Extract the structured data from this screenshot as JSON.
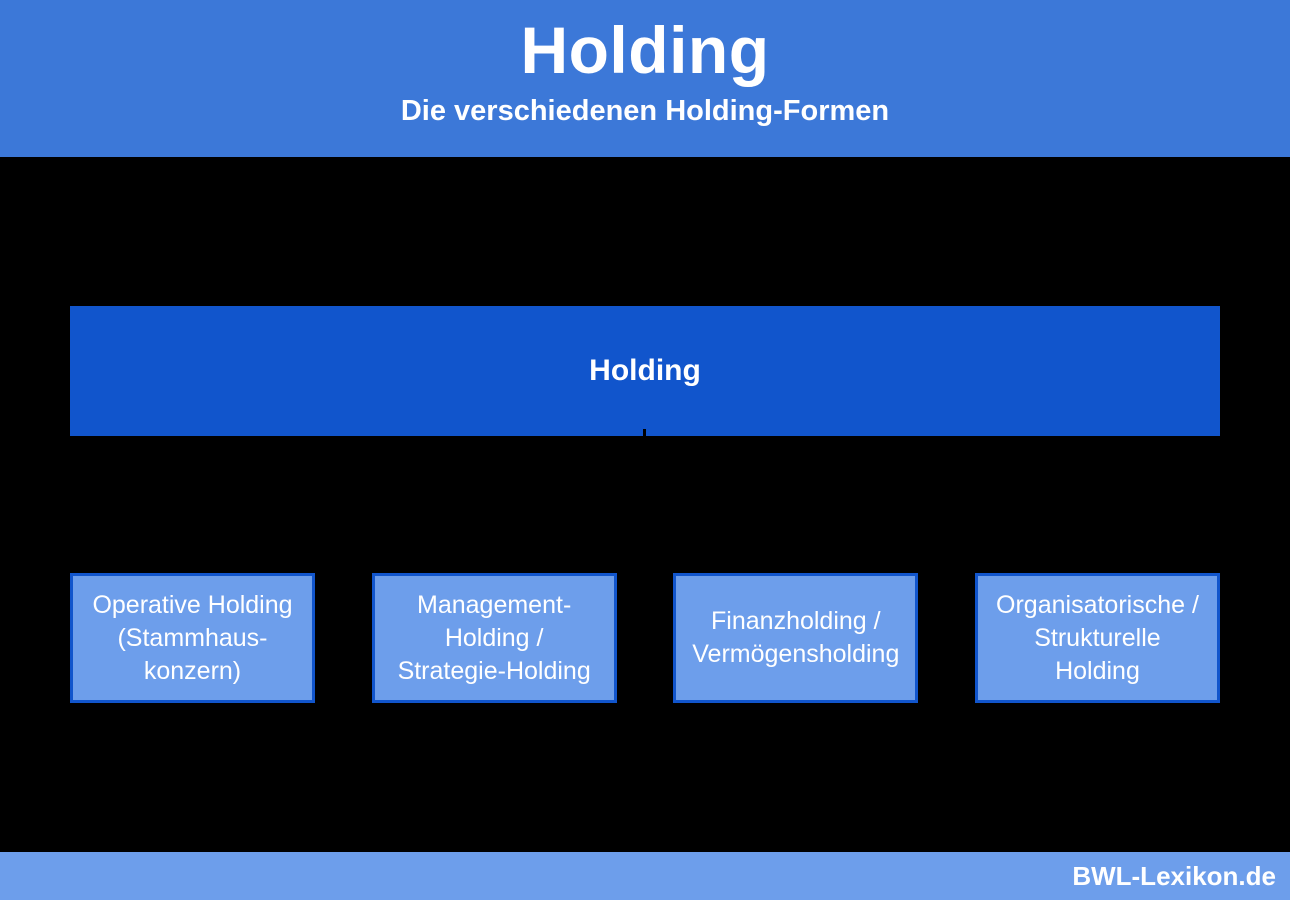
{
  "header": {
    "title": "Holding",
    "subtitle": "Die verschiedenen Holding-Formen"
  },
  "diagram": {
    "root": {
      "label": "Holding"
    },
    "children": [
      {
        "label": "Operative Holding\n(Stammhaus-\nkonzern)"
      },
      {
        "label": "Management-\nHolding /\nStrategie-Holding"
      },
      {
        "label": "Finanzholding /\nVermögensholding"
      },
      {
        "label": "Organisatorische /\nStrukturelle\nHolding"
      }
    ]
  },
  "footer": {
    "brand": "BWL-Lexikon.de"
  },
  "colors": {
    "header_bg": "#3c78d8",
    "root_box_bg": "#1155cc",
    "child_box_bg": "#6d9eeb",
    "child_box_border": "#1155cc",
    "canvas_bg": "#000000",
    "footer_bg": "#6d9eeb",
    "text": "#ffffff",
    "connector": "#000000"
  }
}
